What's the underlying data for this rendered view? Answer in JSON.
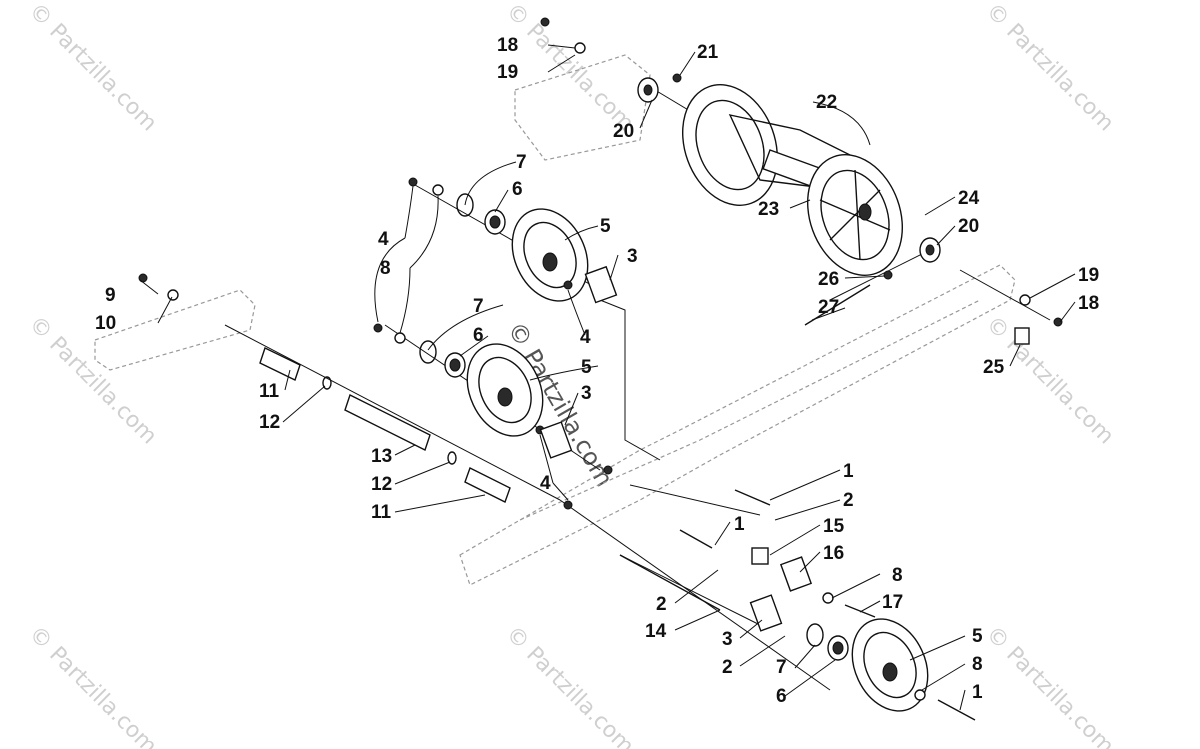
{
  "watermarks": {
    "corner_text": "© Partzilla.com",
    "center_text": "© Partzilla.com"
  },
  "labels": {
    "l1a": "1",
    "l1b": "1",
    "l1c": "1",
    "l2a": "2",
    "l2b": "2",
    "l2c": "2",
    "l3a": "3",
    "l3b": "3",
    "l3c": "3",
    "l4a": "4",
    "l4b": "4",
    "l4c": "4",
    "l5a": "5",
    "l5b": "5",
    "l5c": "5",
    "l6a": "6",
    "l6b": "6",
    "l6c": "6",
    "l7a": "7",
    "l7b": "7",
    "l7c": "7",
    "l8a": "8",
    "l8b": "8",
    "l8c": "8",
    "l9": "9",
    "l10": "10",
    "l11a": "11",
    "l11b": "11",
    "l12a": "12",
    "l12b": "12",
    "l13": "13",
    "l14": "14",
    "l15": "15",
    "l16": "16",
    "l17": "17",
    "l18a": "18",
    "l18b": "18",
    "l19a": "19",
    "l19b": "19",
    "l20a": "20",
    "l20b": "20",
    "l21": "21",
    "l22": "22",
    "l23": "23",
    "l24": "24",
    "l25": "25",
    "l26": "26",
    "l27": "27"
  },
  "colors": {
    "ink": "#111111",
    "watermark": "#cfcfcf",
    "frame_dash": "#999999"
  }
}
